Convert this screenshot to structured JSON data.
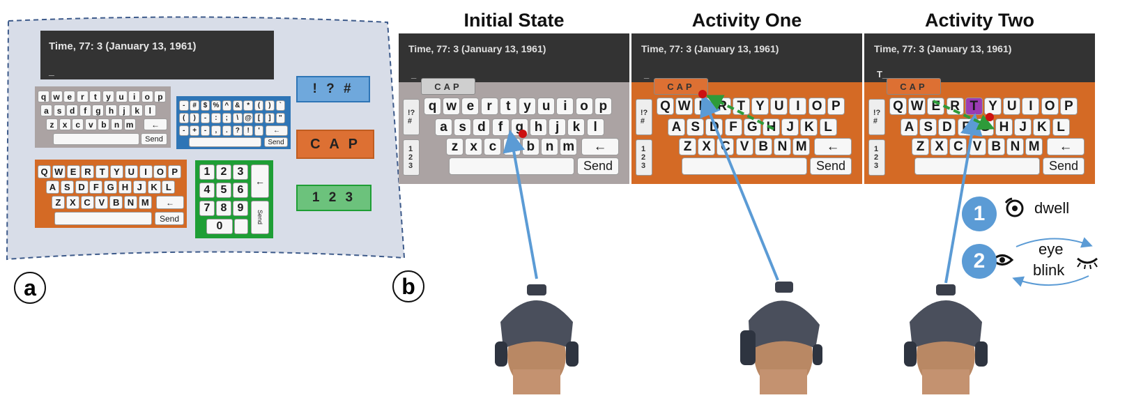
{
  "text_display": {
    "line": "Time, 77: 3 (January 13, 1961)",
    "cursor_empty": "_",
    "cursor_typed": "T_"
  },
  "panel_labels": {
    "a": "a",
    "b": "b"
  },
  "columns": [
    {
      "title": "Initial State"
    },
    {
      "title": "Activity One"
    },
    {
      "title": "Activity Two"
    }
  ],
  "lower_keys": {
    "row1": [
      "q",
      "w",
      "e",
      "r",
      "t",
      "y",
      "u",
      "i",
      "o",
      "p"
    ],
    "row2": [
      "a",
      "s",
      "d",
      "f",
      "g",
      "h",
      "j",
      "k",
      "l"
    ],
    "row3": [
      "z",
      "x",
      "c",
      "v",
      "b",
      "n",
      "m"
    ]
  },
  "upper_keys": {
    "row1": [
      "Q",
      "W",
      "E",
      "R",
      "T",
      "Y",
      "U",
      "I",
      "O",
      "P"
    ],
    "row2": [
      "A",
      "S",
      "D",
      "F",
      "G",
      "H",
      "J",
      "K",
      "L"
    ],
    "row3": [
      "Z",
      "X",
      "C",
      "V",
      "B",
      "N",
      "M"
    ]
  },
  "symbol_keys": {
    "row1": [
      "-",
      "#",
      "$",
      "%",
      "^",
      "&",
      "*",
      "(",
      ")",
      "`"
    ],
    "row2": [
      "(",
      ")",
      "-",
      ":",
      ";",
      "\\",
      "@",
      "[",
      "]",
      "\""
    ],
    "row3": [
      "-",
      "+",
      "-",
      ",",
      ".",
      "?",
      "!",
      "'"
    ]
  },
  "number_keys": [
    "1",
    "2",
    "3",
    "4",
    "5",
    "6",
    "7",
    "8",
    "9",
    "0"
  ],
  "backspace": "←",
  "send": "Send",
  "send_vertical": "Send",
  "side_symbols": "!?#",
  "side_numbers": "123",
  "buttons": {
    "symbols": "! ? #",
    "cap": "C A P",
    "numbers": "1 2 3",
    "cap_small": "CAP"
  },
  "legend": {
    "item1_num": "1",
    "item1_text": "dwell",
    "item2_num": "2",
    "item2_text_top": "eye",
    "item2_text_bottom": "blink"
  },
  "colors": {
    "gray_kb": "#aba3a3",
    "orange_kb": "#d46a25",
    "blue_kb": "#2e75b6",
    "green_kb": "#1e9e35",
    "arrow_blue": "#5b9bd5",
    "gaze_green": "#2e9b3a",
    "gaze_dot": "#cc1111",
    "highlight_purple": "#9b3bb3",
    "symbols_btn": "#6fa8dc",
    "cap_btn": "#dd7033",
    "numbers_btn": "#6cc27c"
  }
}
